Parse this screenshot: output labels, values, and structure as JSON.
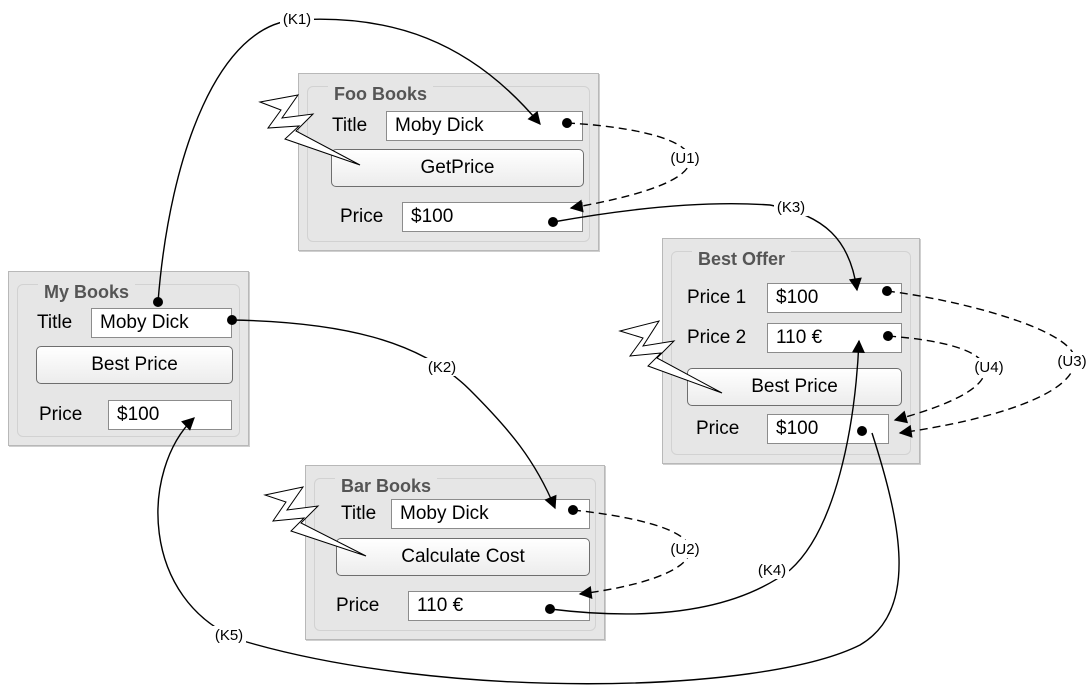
{
  "foo": {
    "title": "Foo Books",
    "title_label": "Title",
    "title_value": "Moby Dick",
    "button": "GetPrice",
    "price_label": "Price",
    "price_value": "$100"
  },
  "my": {
    "title": "My Books",
    "title_label": "Title",
    "title_value": "Moby Dick",
    "button": "Best Price",
    "price_label": "Price",
    "price_value": "$100"
  },
  "bar": {
    "title": "Bar Books",
    "title_label": "Title",
    "title_value": "Moby Dick",
    "button": "Calculate Cost",
    "price_label": "Price",
    "price_value": "110 €"
  },
  "best": {
    "title": "Best Offer",
    "price1_label": "Price 1",
    "price1_value": "$100",
    "price2_label": "Price 2",
    "price2_value": "110 €",
    "button": "Best Price",
    "price_label": "Price",
    "price_value": "$100"
  },
  "edges": {
    "k1": "(K1)",
    "k2": "(K2)",
    "k3": "(K3)",
    "k4": "(K4)",
    "k5": "(K5)",
    "u1": "(U1)",
    "u2": "(U2)",
    "u3": "(U3)",
    "u4": "(U4)"
  }
}
